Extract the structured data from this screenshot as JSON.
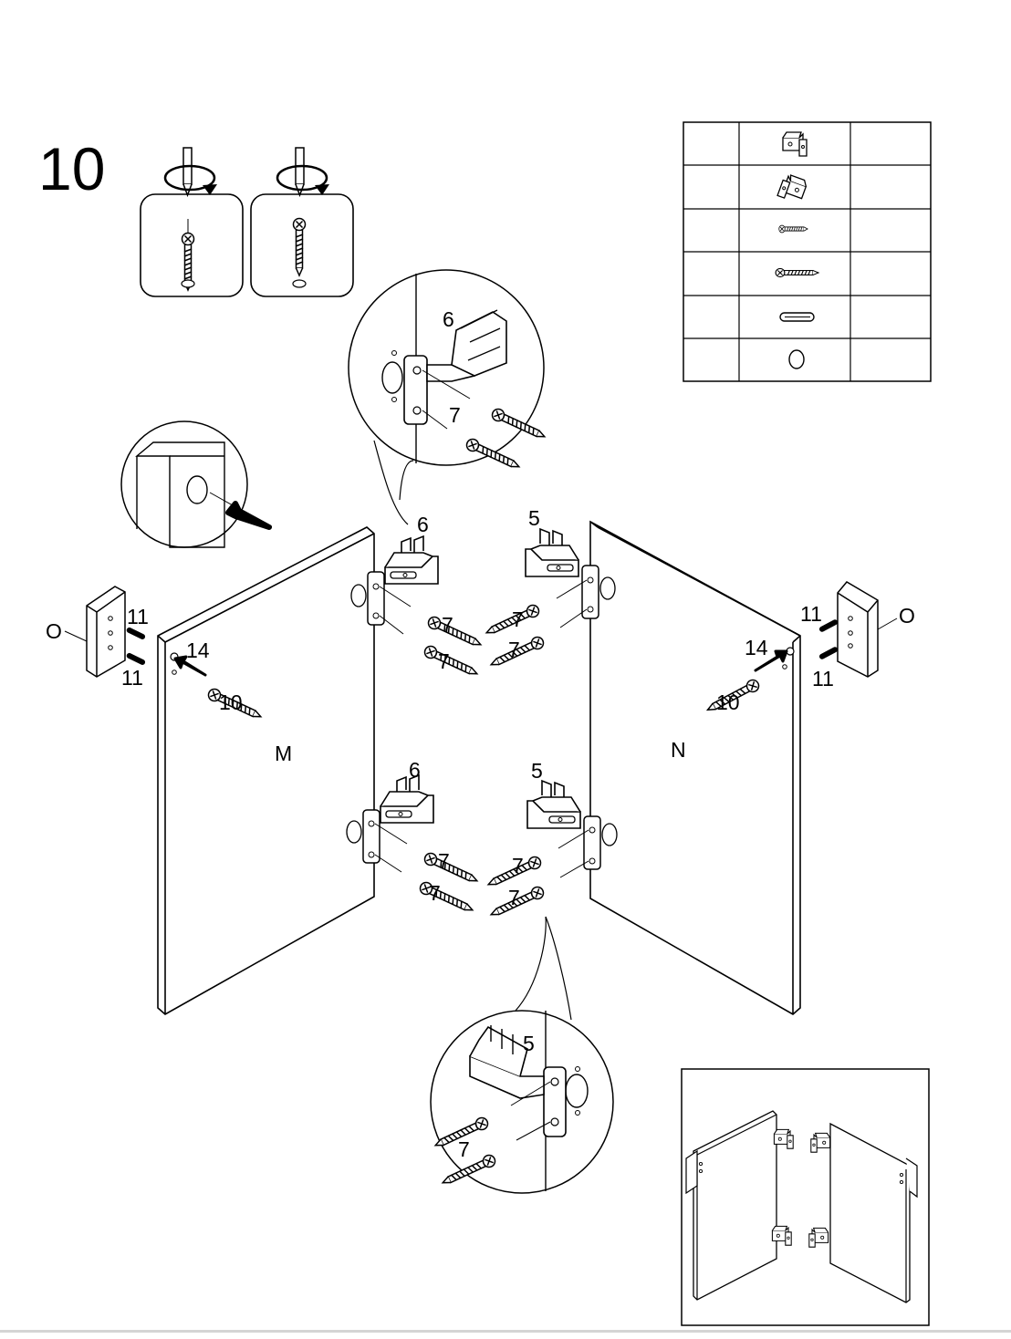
{
  "step_number": "10",
  "parts_table": {
    "rows": [
      {
        "icon": "hinge-left-icon"
      },
      {
        "icon": "hinge-right-icon"
      },
      {
        "icon": "short-screw-icon"
      },
      {
        "icon": "long-screw-icon"
      },
      {
        "icon": "dowel-icon"
      },
      {
        "icon": "cap-icon"
      }
    ]
  },
  "labels": {
    "hinge_left": "6",
    "hinge_right": "5",
    "screw_short": "7",
    "screw_long": "10",
    "dowel": "11",
    "cap": "14",
    "panel_left": "M",
    "panel_right": "N",
    "side_panel": "O"
  }
}
